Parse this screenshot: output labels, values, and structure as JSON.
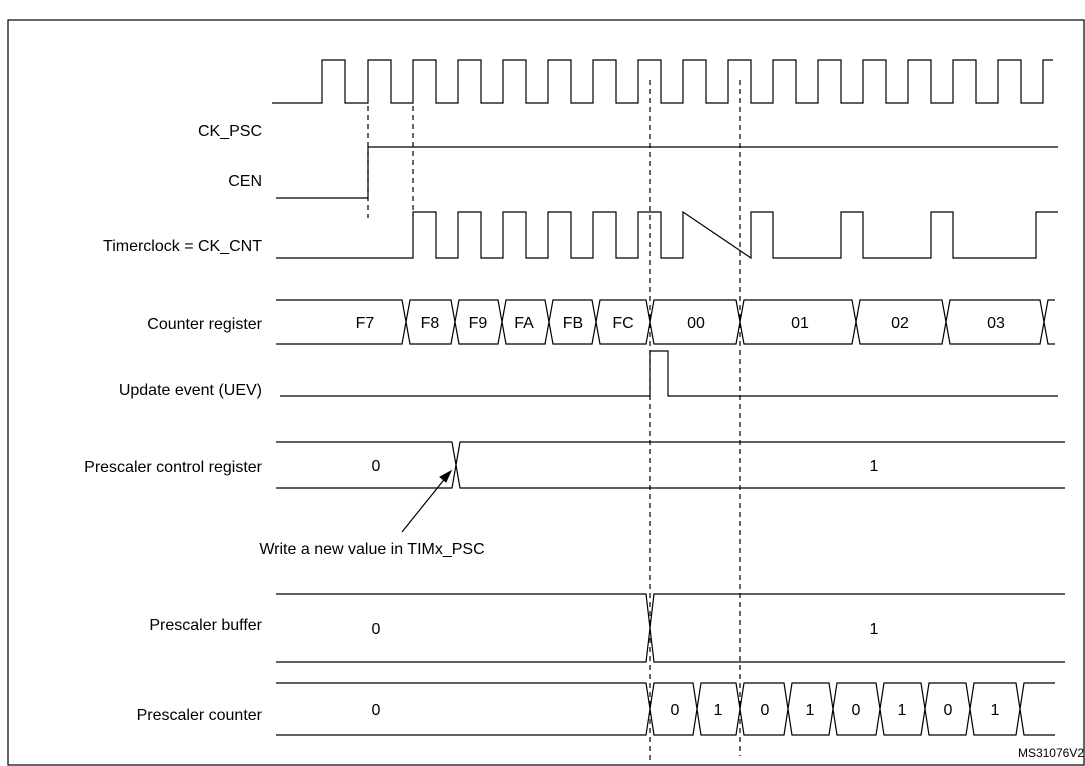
{
  "diagram": {
    "reference": "MS31076V2",
    "annotation": "Write a new value in TIMx_PSC",
    "signals": [
      {
        "id": "ck-psc",
        "label": "CK_PSC"
      },
      {
        "id": "cen",
        "label": "CEN"
      },
      {
        "id": "ck-cnt",
        "label": "Timerclock = CK_CNT"
      },
      {
        "id": "counter",
        "label": "Counter register",
        "values": [
          "F7",
          "F8",
          "F9",
          "FA",
          "FB",
          "FC",
          "00",
          "01",
          "02",
          "03"
        ]
      },
      {
        "id": "uev",
        "label": "Update event (UEV)"
      },
      {
        "id": "psc-ctrl",
        "label": "Prescaler control register",
        "values": [
          "0",
          "1"
        ]
      },
      {
        "id": "psc-buf",
        "label": "Prescaler buffer",
        "values": [
          "0",
          "1"
        ]
      },
      {
        "id": "psc-cnt",
        "label": "Prescaler counter",
        "values": [
          "0",
          "0",
          "1",
          "0",
          "1",
          "0",
          "1",
          "0",
          "1"
        ]
      }
    ]
  }
}
